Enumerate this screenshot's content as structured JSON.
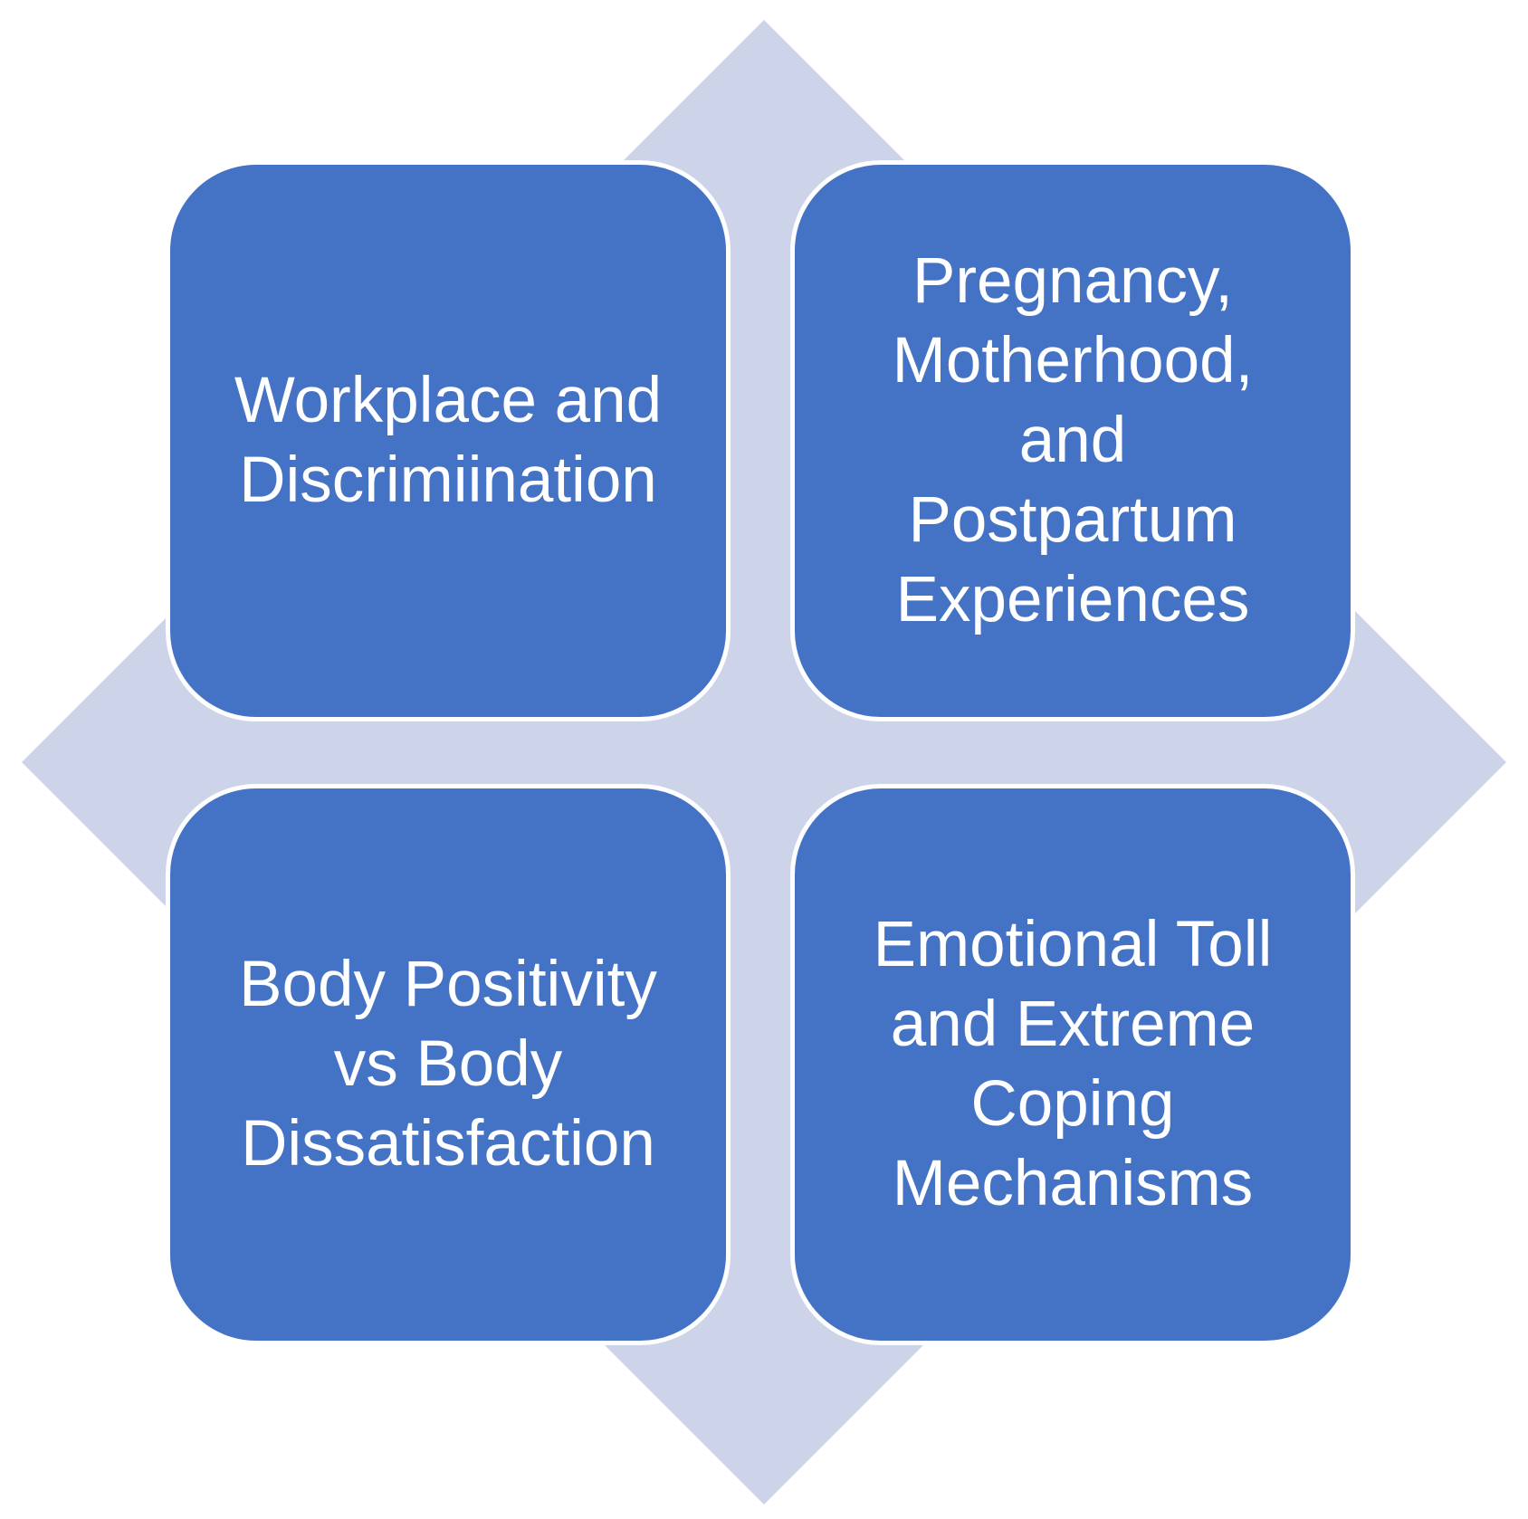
{
  "colors": {
    "box_fill": "#4472c4",
    "diamond_fill": "#cdd4ea",
    "text": "#ffffff",
    "box_border": "#ffffff"
  },
  "quadrants": {
    "top_left": {
      "label": "Workplace and\nDiscrimiination"
    },
    "top_right": {
      "label": "Pregnancy,\nMotherhood,\nand\nPostpartum\nExperiences"
    },
    "bottom_left": {
      "label": "Body Positivity\nvs Body\nDissatisfaction"
    },
    "bottom_right": {
      "label": "Emotional Toll\nand Extreme\nCoping\nMechanisms"
    }
  }
}
